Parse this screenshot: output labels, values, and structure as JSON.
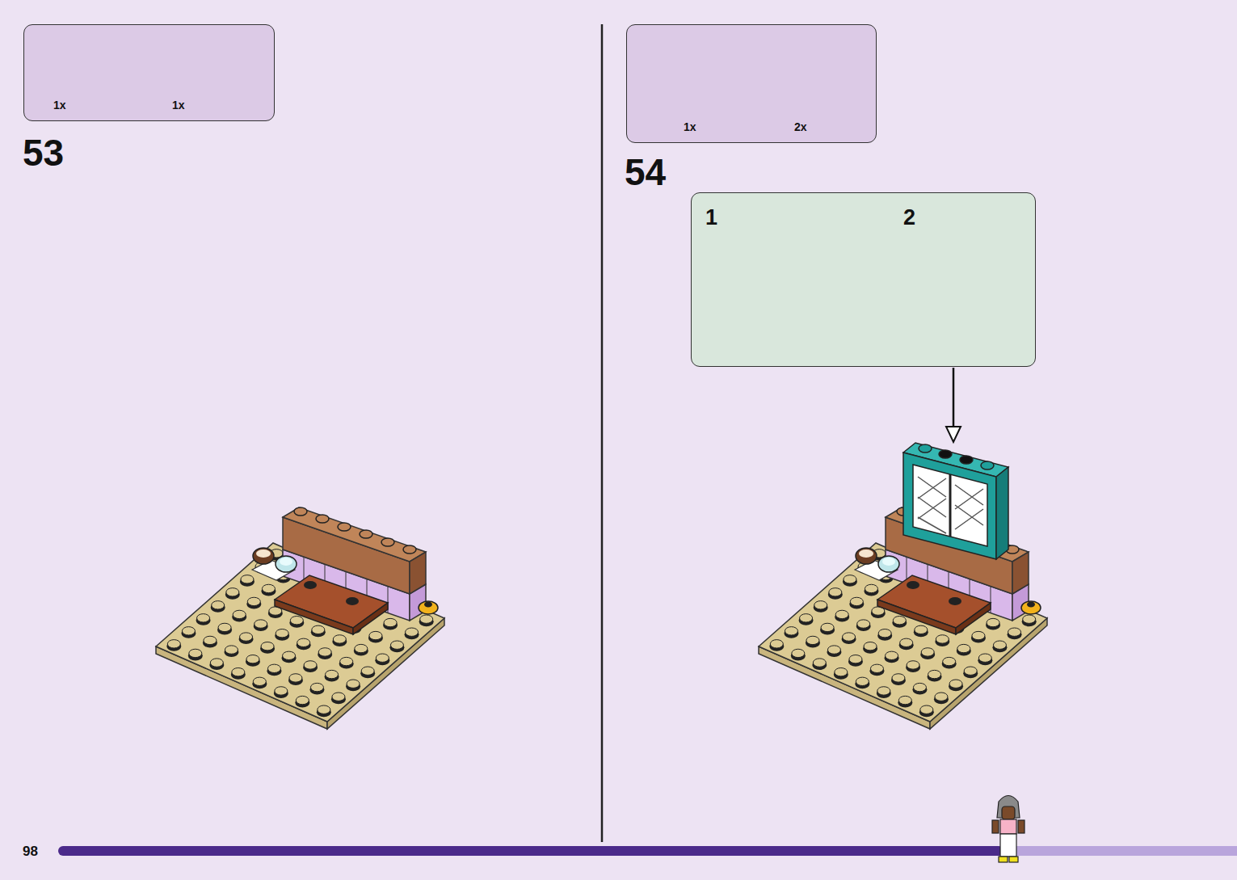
{
  "diagram": {
    "nodes": [
      {
        "text": [
          "1x",
          "1x"
        ]
      },
      {
        "text": [
          "1x",
          "2x"
        ]
      },
      {
        "text": [
          "1",
          "2"
        ]
      }
    ],
    "edges": [],
    "labels": [
      "53",
      "54",
      "98"
    ]
  }
}
